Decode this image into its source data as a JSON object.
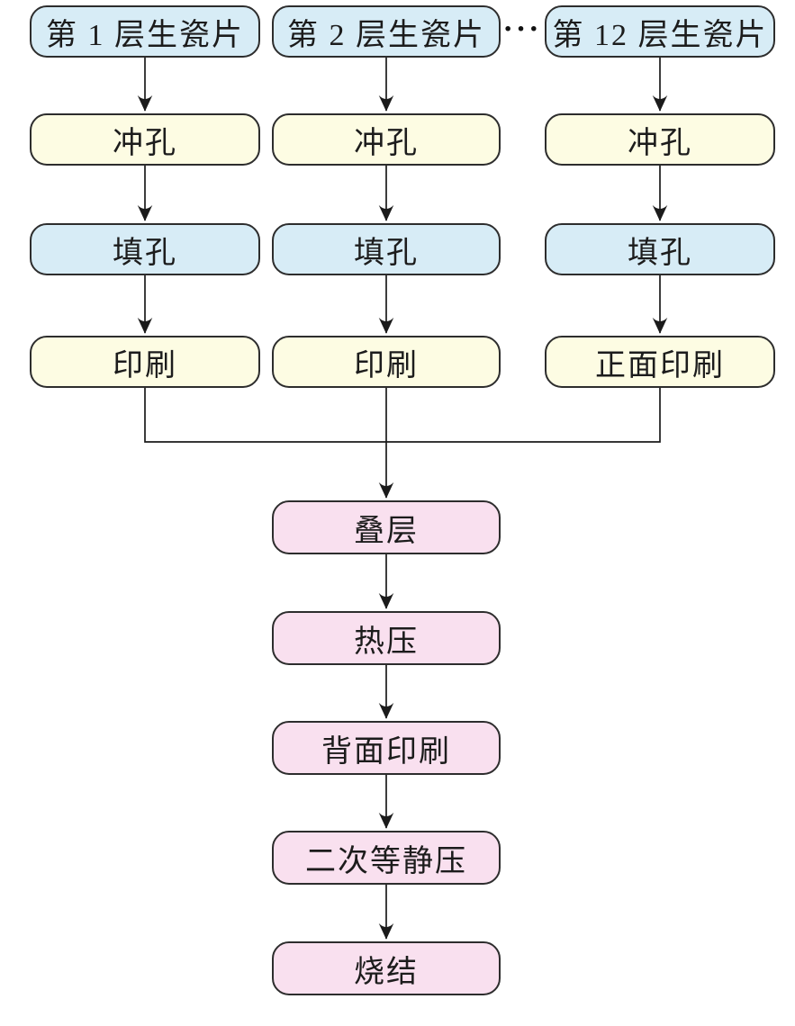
{
  "flowchart": {
    "columns": [
      {
        "header": "第 1 层生瓷片",
        "steps": [
          "冲孔",
          "填孔",
          "印刷"
        ]
      },
      {
        "header": "第 2 层生瓷片",
        "steps": [
          "冲孔",
          "填孔",
          "印刷"
        ]
      },
      {
        "header": "第 12 层生瓷片",
        "steps": [
          "冲孔",
          "填孔",
          "正面印刷"
        ]
      }
    ],
    "ellipsis": "···",
    "merged_steps": [
      "叠层",
      "热压",
      "背面印刷",
      "二次等静压",
      "烧结"
    ],
    "colors": {
      "header_fill": "#d7ecf6",
      "step_fill": "#fdfce3",
      "merged_fill": "#f9e0ef",
      "border": "#2d2d2d",
      "arrow": "#1b1b1b"
    }
  }
}
